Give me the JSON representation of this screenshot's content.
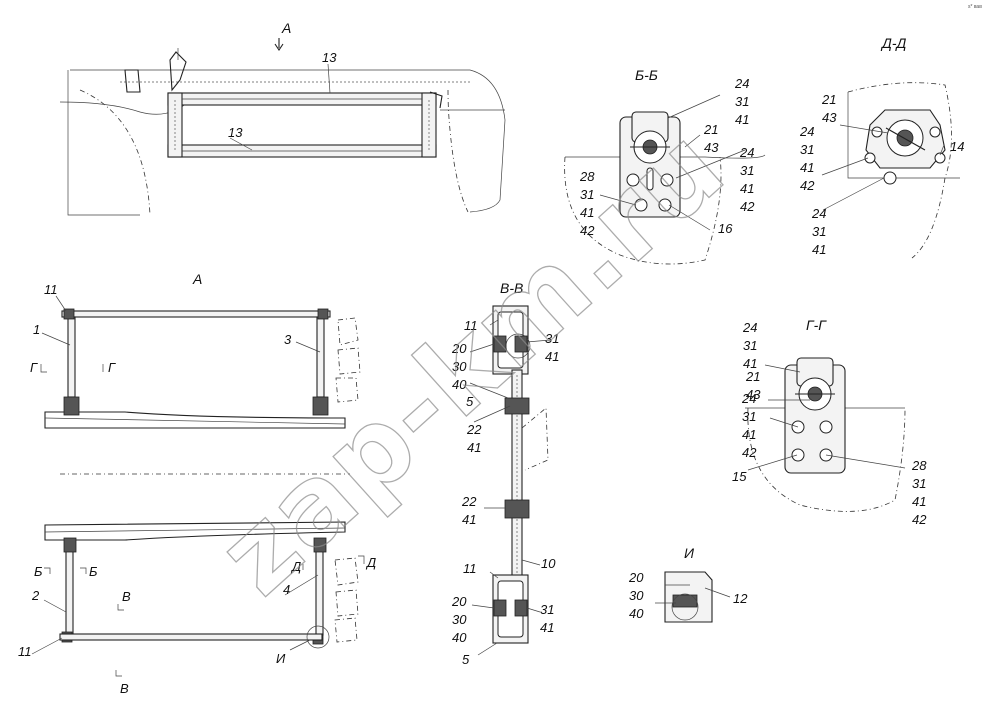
{
  "corner_text": "s* вав",
  "watermark": "zap-km.ru",
  "view_labels": {
    "a_top": "A",
    "a_main": "A",
    "bb": "Б-Б",
    "dd": "Д-Д",
    "vv": "В-В",
    "gg": "Г-Г",
    "i": "И"
  },
  "section_marks": {
    "g_left": "Г",
    "g_right": "Г",
    "b_left": "Б",
    "b_right": "Б",
    "v_upper": "В",
    "v_lower": "В",
    "d_left": "Д",
    "d_right": "Д",
    "i": "И"
  },
  "callouts": {
    "top_13a": "13",
    "top_13b": "13",
    "a_11_top": "11",
    "a_1": "1",
    "a_3": "3",
    "a_2": "2",
    "a_4": "4",
    "a_11_bottom": "11",
    "bb_24": "24",
    "bb_31": "31",
    "bb_41": "41",
    "bb_21": "21",
    "bb_43": "43",
    "bb_r24": "24",
    "bb_r31": "31",
    "bb_r41": "41",
    "bb_r42": "42",
    "bb_16": "16",
    "bb_28": "28",
    "bb_l31": "31",
    "bb_l41": "41",
    "bb_l42": "42",
    "dd_21": "21",
    "dd_43": "43",
    "dd_24": "24",
    "dd_31": "31",
    "dd_41": "41",
    "dd_42": "42",
    "dd_14": "14",
    "dd_b24": "24",
    "dd_b31": "31",
    "dd_b41": "41",
    "vv_11": "11",
    "vv_20": "20",
    "vv_30": "30",
    "vv_40": "40",
    "vv_5": "5",
    "vv_r31": "31",
    "vv_r41": "41",
    "vv_22": "22",
    "vv_41a": "41",
    "vv_22b": "22",
    "vv_41b": "41",
    "vv_10": "10",
    "vv_11b": "11",
    "vv_20b": "20",
    "vv_30b": "30",
    "vv_40b": "40",
    "vv_r31b": "31",
    "vv_r41b": "41",
    "vv_5b": "5",
    "gg_24": "24",
    "gg_31": "31",
    "gg_41": "41",
    "gg_21": "21",
    "gg_43": "43",
    "gg_l24": "24",
    "gg_l31": "31",
    "gg_l41": "41",
    "gg_l42": "42",
    "gg_15": "15",
    "gg_28": "28",
    "gg_r31": "31",
    "gg_r41": "41",
    "gg_r42": "42",
    "i_20": "20",
    "i_30": "30",
    "i_40": "40",
    "i_12": "12"
  }
}
